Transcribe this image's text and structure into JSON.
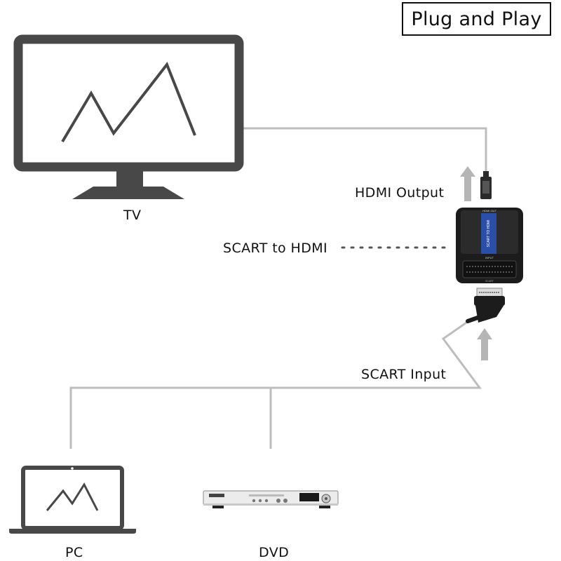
{
  "title": "Plug and Play",
  "labels": {
    "tv": "TV",
    "hdmi_output": "HDMI Output",
    "scart_to_hdmi": "SCART to HDMI",
    "scart_input": "SCART Input",
    "pc": "PC",
    "dvd": "DVD"
  },
  "converter": {
    "side_text": "SCART TO HDMI",
    "port_top": "HDMI OUT",
    "port_bottom": "INPUT",
    "port_base": "SCART"
  },
  "colors": {
    "device_dark": "#484848",
    "cable_gray": "#bdbdbd",
    "arrow_gray": "#b5b5b5",
    "converter_black": "#1c1c1c",
    "converter_accent": "#2a4fa8"
  }
}
